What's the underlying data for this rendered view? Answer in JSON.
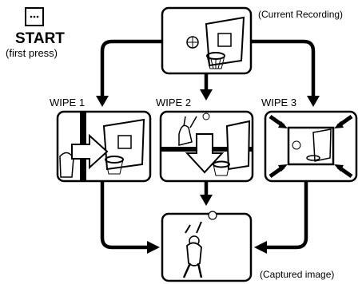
{
  "start": {
    "label": "START",
    "note": "(first press)",
    "button_icon": "start-button-icon"
  },
  "top_frame": {
    "caption": "(Current Recording)"
  },
  "wipes": [
    {
      "label": "WIPE 1"
    },
    {
      "label": "WIPE 2"
    },
    {
      "label": "WIPE 3"
    }
  ],
  "bottom_frame": {
    "caption": "(Captured image)"
  }
}
